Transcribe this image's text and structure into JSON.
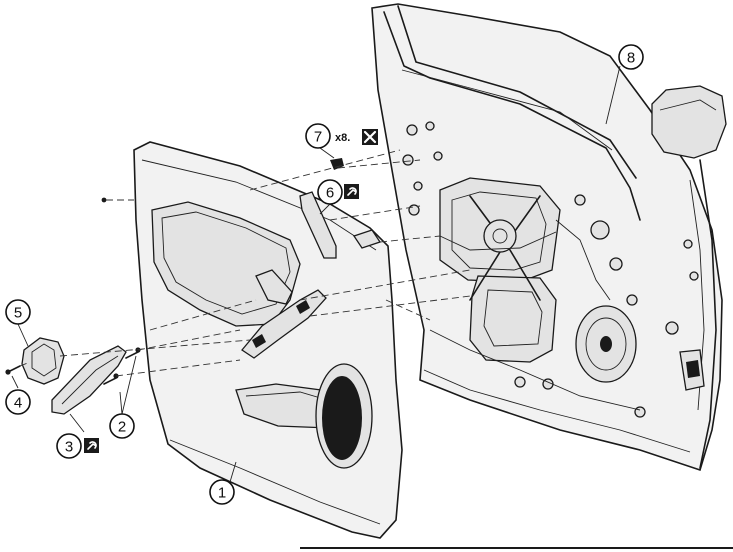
{
  "callouts": [
    {
      "id": "1",
      "label": "1"
    },
    {
      "id": "2",
      "label": "2"
    },
    {
      "id": "3",
      "label": "3"
    },
    {
      "id": "4",
      "label": "4"
    },
    {
      "id": "5",
      "label": "5"
    },
    {
      "id": "6",
      "label": "6"
    },
    {
      "id": "7",
      "label": "7"
    },
    {
      "id": "8",
      "label": "8"
    }
  ],
  "quantity_note": "x8.",
  "icons": {
    "remove_once": "crossed-box-icon",
    "special_tool": "tool-symbol-icon"
  },
  "colors": {
    "ink": "#1a1a1a",
    "panel_fill": "#f2f2f2",
    "background": "#ffffff"
  }
}
